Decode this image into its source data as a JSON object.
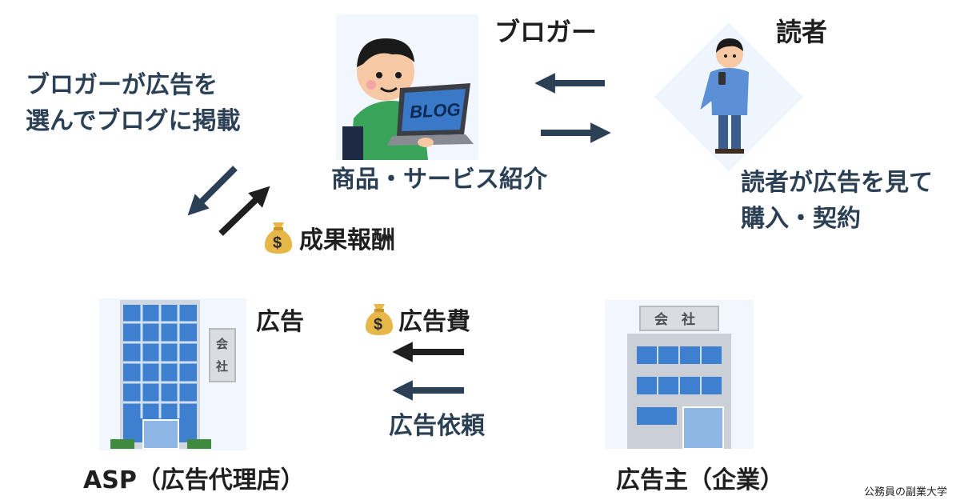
{
  "roles": {
    "blogger": "ブロガー",
    "reader": "読者",
    "asp": "ASP（広告代理店）",
    "advertiser": "広告主（企業）"
  },
  "illustration_text": {
    "laptop_screen": "BLOG",
    "company_sign_vertical": [
      "会",
      "社"
    ],
    "company_sign_horizontal": "会　社"
  },
  "flows": {
    "blogger_selects_ad": "ブロガーが広告を\n選んでブログに掲載",
    "product_intro": "商品・サービス紹介",
    "reader_purchase": "読者が広告を見て\n購入・契約",
    "reward": "成果報酬",
    "ad": "広告",
    "ad_fee": "広告費",
    "ad_request": "広告依頼"
  },
  "money_bag_symbol": "$",
  "credit": "公務員の副業大学",
  "colors": {
    "navy": "#2b3f55",
    "black": "#1f1f1f",
    "panel": "#f2f7fd",
    "bag": "#e8b74a",
    "building_blue": "#3f7fcf",
    "shirt_green": "#3aa35a",
    "reader_shirt": "#5b8fd6"
  }
}
